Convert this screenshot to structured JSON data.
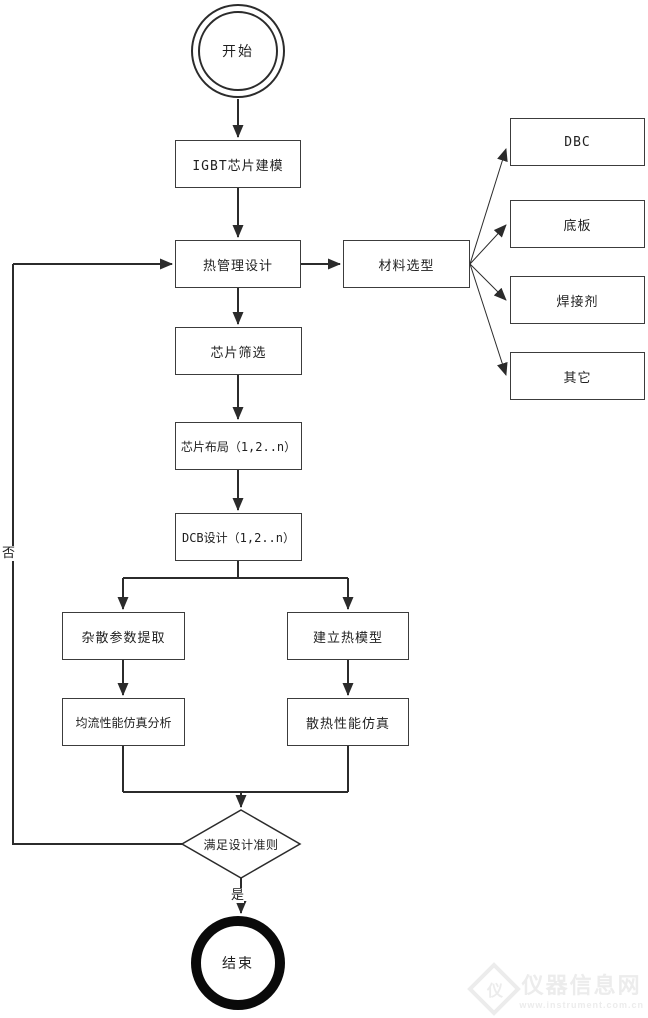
{
  "flowchart": {
    "nodes": {
      "start": "开始",
      "igbt_chip_modeling": "IGBT芯片建模",
      "thermal_management_design": "热管理设计",
      "material_selection": "材料选型",
      "dbc": "DBC",
      "baseplate": "底板",
      "solder": "焊接剂",
      "other": "其它",
      "chip_screening": "芯片筛选",
      "chip_layout": "芯片布局（1,2..n）",
      "dcb_design": "DCB设计（1,2..n）",
      "stray_parameter_extraction": "杂散参数提取",
      "thermal_model_building": "建立热模型",
      "current_sharing_simulation": "均流性能仿真分析",
      "heat_dissipation_simulation": "散热性能仿真",
      "decision": "满足设计准则",
      "end": "结束"
    },
    "edge_labels": {
      "yes": "是",
      "no": "否"
    },
    "line_color": "#2b2b2b"
  },
  "watermark": {
    "site_name": "仪器信息网",
    "site_url": "www.instrument.com.cn",
    "logo_glyph": "仪"
  }
}
